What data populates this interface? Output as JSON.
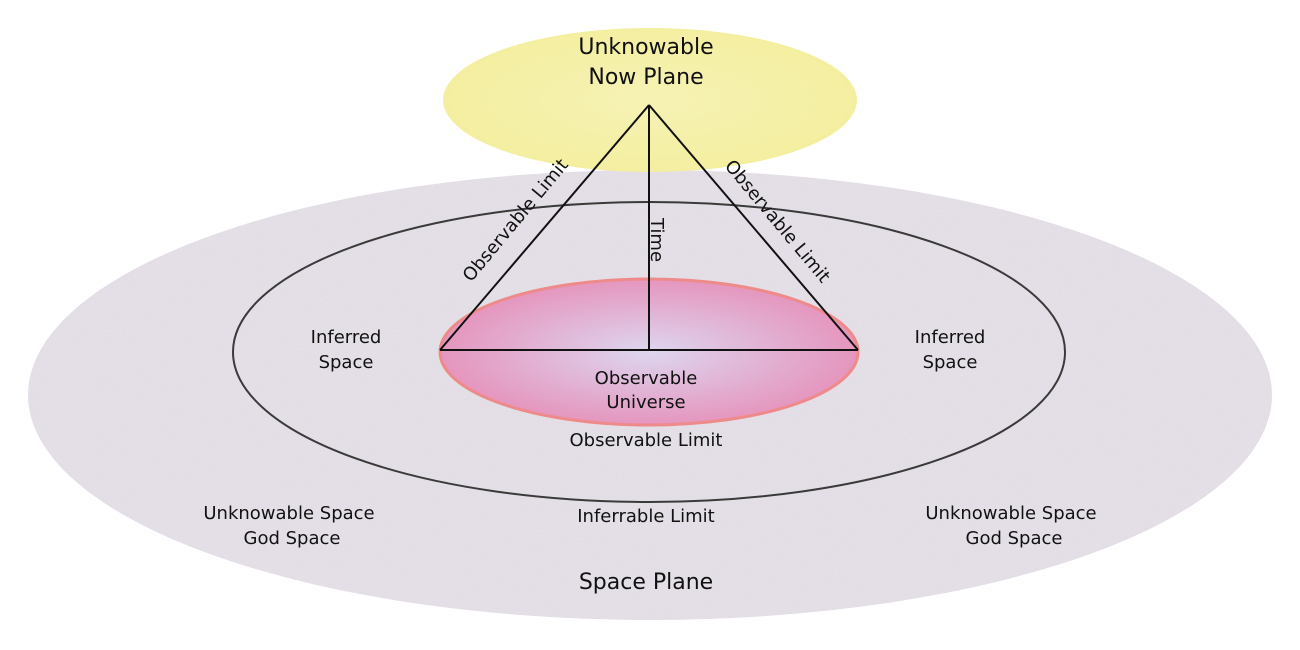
{
  "colors": {
    "space_plane_fill": "#e7e2ea",
    "now_plane_fill": "#f3ee9c",
    "universe_fill_center": "#ddd6ef",
    "universe_fill_edge": "#e68fb9",
    "universe_stroke": "#ef8a8a",
    "line": "#111111",
    "limit_ellipse_stroke": "#3a3a3a"
  },
  "now_plane": {
    "line1": "Unknowable",
    "line2": "Now Plane"
  },
  "triangle": {
    "left_edge_label": "Observable Limit",
    "right_edge_label": "Observable Limit",
    "axis_label": "Time"
  },
  "inferred_space_left": {
    "line1": "Inferred",
    "line2": "Space"
  },
  "inferred_space_right": {
    "line1": "Inferred",
    "line2": "Space"
  },
  "observable_universe": {
    "line1": "Observable",
    "line2": "Universe"
  },
  "observable_limit_label": "Observable Limit",
  "inferrable_limit_label": "Inferrable Limit",
  "unknowable_left": {
    "line1": "Unknowable Space",
    "line2": "God Space"
  },
  "unknowable_right": {
    "line1": "Unknowable Space",
    "line2": "God Space"
  },
  "space_plane_label": "Space Plane"
}
